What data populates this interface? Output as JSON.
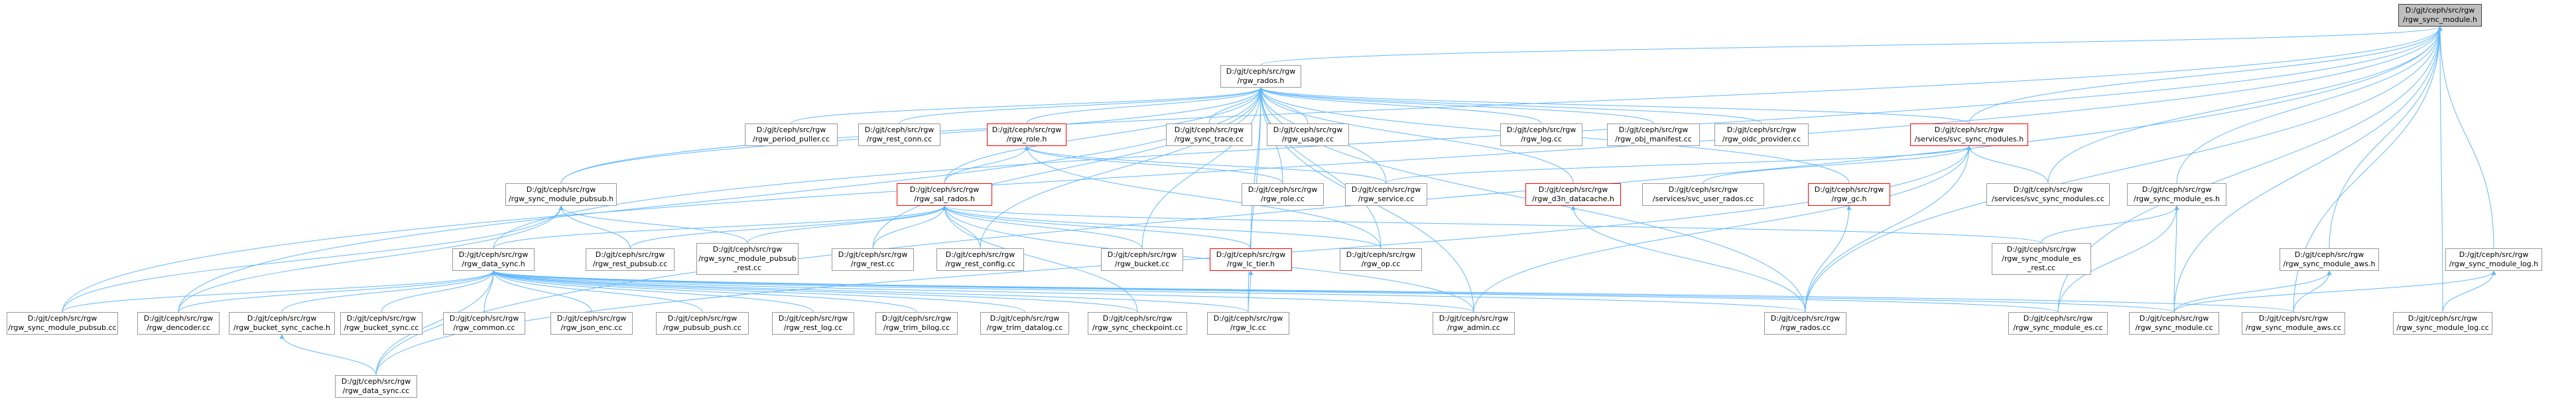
{
  "graph": {
    "edge_color": "#63b8ff",
    "node_border": "#999999",
    "highlight_border": "#ff0000",
    "root_fill": "#bfbfbf",
    "nodes": [
      {
        "id": "root",
        "lines": [
          "D:/gjt/ceph/src/rgw",
          "/rgw_sync_module.h"
        ],
        "style": "root"
      },
      {
        "id": "rados_h",
        "lines": [
          "D:/gjt/ceph/src/rgw",
          "/rgw_rados.h"
        ],
        "style": "normal"
      },
      {
        "id": "period_puller",
        "lines": [
          "D:/gjt/ceph/src/rgw",
          "/rgw_period_puller.cc"
        ],
        "style": "normal"
      },
      {
        "id": "rest_conn",
        "lines": [
          "D:/gjt/ceph/src/rgw",
          "/rgw_rest_conn.cc"
        ],
        "style": "normal"
      },
      {
        "id": "role_h",
        "lines": [
          "D:/gjt/ceph/src/rgw",
          "/rgw_role.h"
        ],
        "style": "red"
      },
      {
        "id": "sync_trace",
        "lines": [
          "D:/gjt/ceph/src/rgw",
          "/rgw_sync_trace.cc"
        ],
        "style": "normal"
      },
      {
        "id": "usage",
        "lines": [
          "D:/gjt/ceph/src/rgw",
          "/rgw_usage.cc"
        ],
        "style": "normal"
      },
      {
        "id": "log",
        "lines": [
          "D:/gjt/ceph/src/rgw",
          "/rgw_log.cc"
        ],
        "style": "normal"
      },
      {
        "id": "obj_manifest",
        "lines": [
          "D:/gjt/ceph/src/rgw",
          "/rgw_obj_manifest.cc"
        ],
        "style": "normal"
      },
      {
        "id": "oidc_provider",
        "lines": [
          "D:/gjt/ceph/src/rgw",
          "/rgw_oidc_provider.cc"
        ],
        "style": "normal"
      },
      {
        "id": "svc_sync_modules_h",
        "lines": [
          "D:/gjt/ceph/src/rgw",
          "/services/svc_sync_modules.h"
        ],
        "style": "red"
      },
      {
        "id": "pubsub_h",
        "lines": [
          "D:/gjt/ceph/src/rgw",
          "/rgw_sync_module_pubsub.h"
        ],
        "style": "normal"
      },
      {
        "id": "sal_rados_h",
        "lines": [
          "D:/gjt/ceph/src/rgw",
          "/rgw_sal_rados.h"
        ],
        "style": "red"
      },
      {
        "id": "role_cc",
        "lines": [
          "D:/gjt/ceph/src/rgw",
          "/rgw_role.cc"
        ],
        "style": "normal"
      },
      {
        "id": "service_cc",
        "lines": [
          "D:/gjt/ceph/src/rgw",
          "/rgw_service.cc"
        ],
        "style": "normal"
      },
      {
        "id": "d3n",
        "lines": [
          "D:/gjt/ceph/src/rgw",
          "/rgw_d3n_datacache.h"
        ],
        "style": "red"
      },
      {
        "id": "svc_user_rados",
        "lines": [
          "D:/gjt/ceph/src/rgw",
          "/services/svc_user_rados.cc"
        ],
        "style": "normal"
      },
      {
        "id": "gc_h",
        "lines": [
          "D:/gjt/ceph/src/rgw",
          "/rgw_gc.h"
        ],
        "style": "red"
      },
      {
        "id": "svc_sync_modules_cc",
        "lines": [
          "D:/gjt/ceph/src/rgw",
          "/services/svc_sync_modules.cc"
        ],
        "style": "normal"
      },
      {
        "id": "es_h",
        "lines": [
          "D:/gjt/ceph/src/rgw",
          "/rgw_sync_module_es.h"
        ],
        "style": "normal"
      },
      {
        "id": "data_sync_h",
        "lines": [
          "D:/gjt/ceph/src/rgw",
          "/rgw_data_sync.h"
        ],
        "style": "normal"
      },
      {
        "id": "rest_pubsub",
        "lines": [
          "D:/gjt/ceph/src/rgw",
          "/rgw_rest_pubsub.cc"
        ],
        "style": "normal"
      },
      {
        "id": "pubsub_rest",
        "lines": [
          "D:/gjt/ceph/src/rgw",
          "/rgw_sync_module_pubsub",
          "_rest.cc"
        ],
        "style": "normal"
      },
      {
        "id": "rest_cc",
        "lines": [
          "D:/gjt/ceph/src/rgw",
          "/rgw_rest.cc"
        ],
        "style": "normal"
      },
      {
        "id": "rest_config",
        "lines": [
          "D:/gjt/ceph/src/rgw",
          "/rgw_rest_config.cc"
        ],
        "style": "normal"
      },
      {
        "id": "bucket_cc",
        "lines": [
          "D:/gjt/ceph/src/rgw",
          "/rgw_bucket.cc"
        ],
        "style": "normal"
      },
      {
        "id": "lc_tier_h",
        "lines": [
          "D:/gjt/ceph/src/rgw",
          "/rgw_lc_tier.h"
        ],
        "style": "red"
      },
      {
        "id": "op_cc",
        "lines": [
          "D:/gjt/ceph/src/rgw",
          "/rgw_op.cc"
        ],
        "style": "normal"
      },
      {
        "id": "es_rest",
        "lines": [
          "D:/gjt/ceph/src/rgw",
          "/rgw_sync_module_es",
          "_rest.cc"
        ],
        "style": "normal"
      },
      {
        "id": "aws_h",
        "lines": [
          "D:/gjt/ceph/src/rgw",
          "/rgw_sync_module_aws.h"
        ],
        "style": "normal"
      },
      {
        "id": "log_h",
        "lines": [
          "D:/gjt/ceph/src/rgw",
          "/rgw_sync_module_log.h"
        ],
        "style": "normal"
      },
      {
        "id": "pubsub_cc",
        "lines": [
          "D:/gjt/ceph/src/rgw",
          "/rgw_sync_module_pubsub.cc"
        ],
        "style": "normal"
      },
      {
        "id": "dencoder",
        "lines": [
          "D:/gjt/ceph/src/rgw",
          "/rgw_dencoder.cc"
        ],
        "style": "normal"
      },
      {
        "id": "bucket_sync_cache",
        "lines": [
          "D:/gjt/ceph/src/rgw",
          "/rgw_bucket_sync_cache.h"
        ],
        "style": "normal"
      },
      {
        "id": "common",
        "lines": [
          "D:/gjt/ceph/src/rgw",
          "/rgw_common.cc"
        ],
        "style": "normal"
      },
      {
        "id": "json_enc",
        "lines": [
          "D:/gjt/ceph/src/rgw",
          "/rgw_json_enc.cc"
        ],
        "style": "normal"
      },
      {
        "id": "pubsub_push",
        "lines": [
          "D:/gjt/ceph/src/rgw",
          "/rgw_pubsub_push.cc"
        ],
        "style": "normal"
      },
      {
        "id": "rest_log",
        "lines": [
          "D:/gjt/ceph/src/rgw",
          "/rgw_rest_log.cc"
        ],
        "style": "normal"
      },
      {
        "id": "trim_bilog",
        "lines": [
          "D:/gjt/ceph/src/rgw",
          "/rgw_trim_bilog.cc"
        ],
        "style": "normal"
      },
      {
        "id": "trim_datalog",
        "lines": [
          "D:/gjt/ceph/src/rgw",
          "/rgw_trim_datalog.cc"
        ],
        "style": "normal"
      },
      {
        "id": "sync_checkpoint",
        "lines": [
          "D:/gjt/ceph/src/rgw",
          "/rgw_sync_checkpoint.cc"
        ],
        "style": "normal"
      },
      {
        "id": "lc_cc",
        "lines": [
          "D:/gjt/ceph/src/rgw",
          "/rgw_lc.cc"
        ],
        "style": "normal"
      },
      {
        "id": "admin_cc",
        "lines": [
          "D:/gjt/ceph/src/rgw",
          "/rgw_admin.cc"
        ],
        "style": "normal"
      },
      {
        "id": "rados_cc",
        "lines": [
          "D:/gjt/ceph/src/rgw",
          "/rgw_rados.cc"
        ],
        "style": "normal"
      },
      {
        "id": "es_cc",
        "lines": [
          "D:/gjt/ceph/src/rgw",
          "/rgw_sync_module_es.cc"
        ],
        "style": "normal"
      },
      {
        "id": "module_cc",
        "lines": [
          "D:/gjt/ceph/src/rgw",
          "/rgw_sync_module.cc"
        ],
        "style": "normal"
      },
      {
        "id": "aws_cc",
        "lines": [
          "D:/gjt/ceph/src/rgw",
          "/rgw_sync_module_aws.cc"
        ],
        "style": "normal"
      },
      {
        "id": "log_cc",
        "lines": [
          "D:/gjt/ceph/src/rgw",
          "/rgw_sync_module_log.cc"
        ],
        "style": "normal"
      },
      {
        "id": "bucket_sync_cc",
        "lines": [
          "D:/gjt/ceph/src/rgw",
          "/rgw_bucket_sync.cc"
        ],
        "style": "normal"
      },
      {
        "id": "data_sync_cc",
        "lines": [
          "D:/gjt/ceph/src/rgw",
          "/rgw_data_sync.cc"
        ],
        "style": "normal"
      }
    ]
  }
}
